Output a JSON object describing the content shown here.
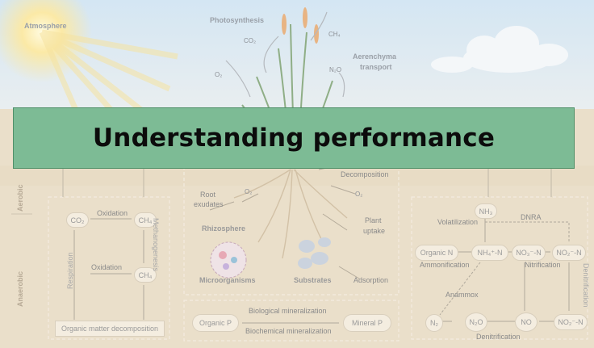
{
  "banner": {
    "title": "Understanding performance"
  },
  "sky": {
    "atmosphere": "Atmosphere",
    "photosynthesis": "Photosynthesis",
    "aerenchyma_1": "Aerenchyma",
    "aerenchyma_2": "transport",
    "co2": "CO₂",
    "ch4": "CH₄",
    "o2": "O₂",
    "n2o": "N₂O"
  },
  "zones": {
    "aerobic": "Aerobic",
    "anaerobic": "Anaerobic"
  },
  "carbon": {
    "oxidation_top": "Oxidation",
    "oxidation_mid": "Oxidation",
    "co2": "CO₂",
    "ch4_top": "CH₄",
    "ch4_mid": "CH₄",
    "respiration": "Respiration",
    "methanogenesis": "Methanogenesis",
    "decomposition": "Organic matter decomposition"
  },
  "rhizosphere": {
    "decomposition": "Decomposition",
    "root_exudates_1": "Root",
    "root_exudates_2": "exudates",
    "o2_a": "O₂",
    "o2_b": "O₂",
    "rhizosphere": "Rhizosphere",
    "plant_uptake_1": "Plant",
    "plant_uptake_2": "uptake",
    "microorganisms": "Microorganisms",
    "substrates": "Substrates",
    "adsorption": "Adsorption"
  },
  "phosphorus": {
    "organic_p": "Organic P",
    "biological": "Biological mineralization",
    "biochemical": "Biochemical mineralization",
    "mineral_p": "Mineral P"
  },
  "nitrogen": {
    "nh3": "NH₃",
    "volatilization": "Volatilization",
    "dnra": "DNRA",
    "organic_n": "Organic N",
    "nh4": "NH₄⁺-N",
    "no3": "NO₃⁻-N",
    "no2_top": "NO₂⁻-N",
    "ammonification": "Ammonification",
    "nitrification": "Nitrification",
    "anammox": "Anammox",
    "denitrification_v": "Denitrification",
    "n2": "N₂",
    "n2o": "N₂O",
    "no": "NO",
    "no2_bottom": "NO₂⁻-N",
    "denitrification_h": "Denitrification"
  },
  "colors": {
    "banner_fill": "#7dbb95",
    "banner_border": "#4f8f68",
    "soil": "#eadfca",
    "sky": "#cfe3f1"
  }
}
